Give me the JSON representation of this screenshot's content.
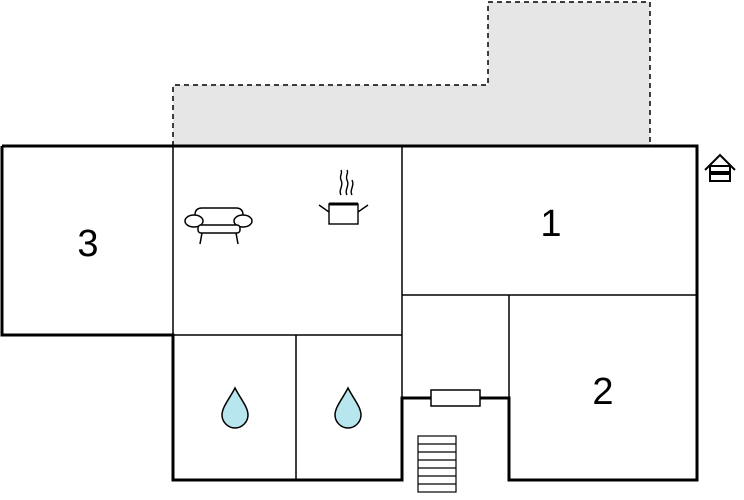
{
  "floorplan": {
    "rooms": [
      {
        "id": "room-3",
        "label": "3"
      },
      {
        "id": "room-1",
        "label": "1"
      },
      {
        "id": "room-2",
        "label": "2"
      }
    ],
    "icons": {
      "living": "sofa-icon",
      "kitchen": "cooking-pot-icon",
      "bath_left": "water-drop-icon",
      "bath_right": "water-drop-icon",
      "radiator": "radiator-icon",
      "stairs": "stairs-icon",
      "entrance": "entrance-house-icon"
    },
    "colors": {
      "wall": "#000000",
      "terrace_fill": "#e6e6e6",
      "water": "#b8e6ee"
    }
  }
}
